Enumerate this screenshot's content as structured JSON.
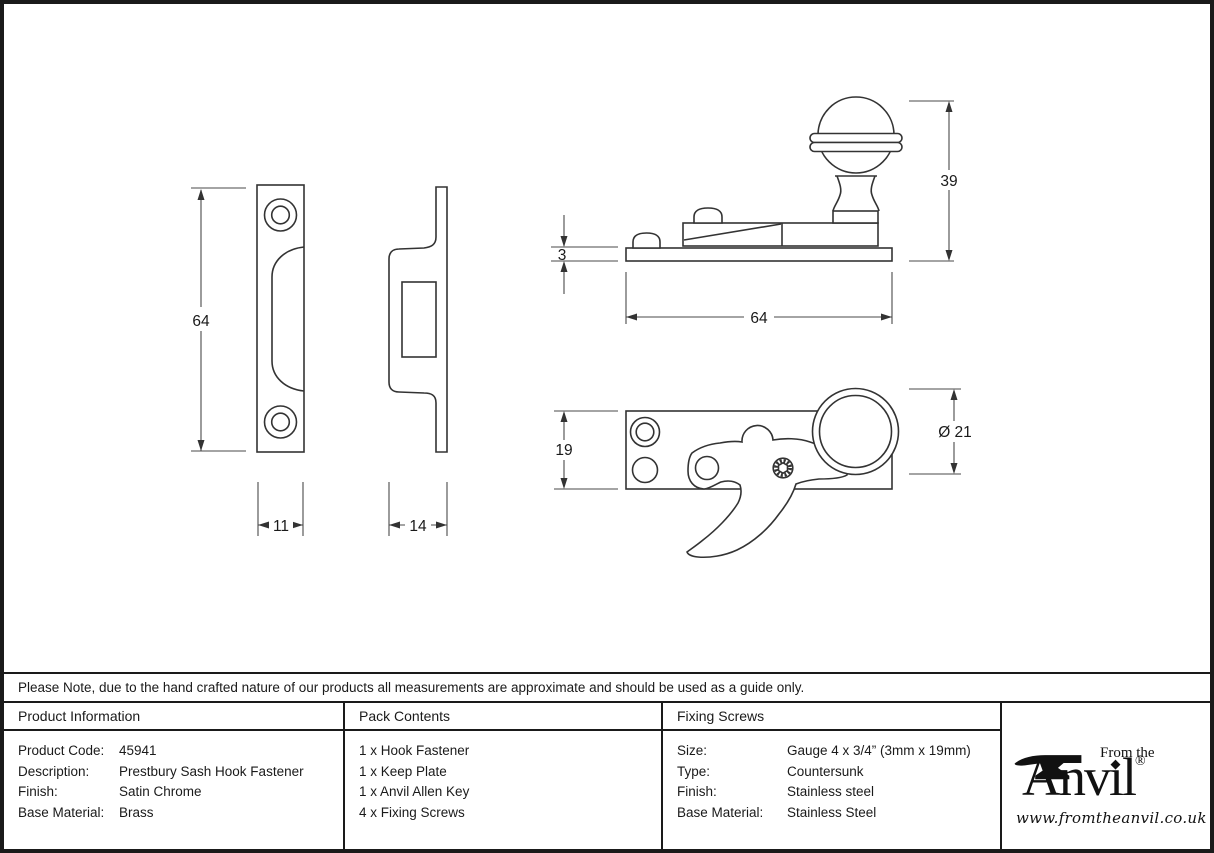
{
  "note": {
    "text": "Please Note, due to the hand crafted nature of our products all measurements are approximate and should be used as a guide only."
  },
  "drawing": {
    "dims": {
      "keep_height": "64",
      "keep_width": "11",
      "keep_depth": "14",
      "plate_thickness": "3",
      "fastener_length": "64",
      "fastener_height": "39",
      "fastener_width": "19",
      "knob_diameter": "Ø 21"
    }
  },
  "table": {
    "product_information": {
      "header": "Product Information",
      "rows": [
        {
          "label": "Product Code:",
          "value": "45941"
        },
        {
          "label": "Description:",
          "value": "Prestbury Sash Hook Fastener"
        },
        {
          "label": "Finish:",
          "value": "Satin Chrome"
        },
        {
          "label": "Base Material:",
          "value": "Brass"
        }
      ]
    },
    "pack_contents": {
      "header": "Pack Contents",
      "items": [
        "1 x Hook Fastener",
        "1 x Keep Plate",
        "1 x Anvil Allen Key",
        "4 x Fixing Screws"
      ]
    },
    "fixing_screws": {
      "header": "Fixing Screws",
      "rows": [
        {
          "label": "Size:",
          "value": "Gauge 4 x 3/4” (3mm x 19mm)"
        },
        {
          "label": "Type:",
          "value": "Countersunk"
        },
        {
          "label": "Finish:",
          "value": "Stainless steel"
        },
        {
          "label": "Base Material:",
          "value": "Stainless Steel"
        }
      ]
    }
  },
  "logo": {
    "tagline": "From the",
    "brand_a": "A",
    "brand_nv": "nv",
    "brand_i": "ı",
    "tittle": "◆",
    "brand_l": "l",
    "registered": "®",
    "url": "www.fromtheanvil.co.uk"
  }
}
